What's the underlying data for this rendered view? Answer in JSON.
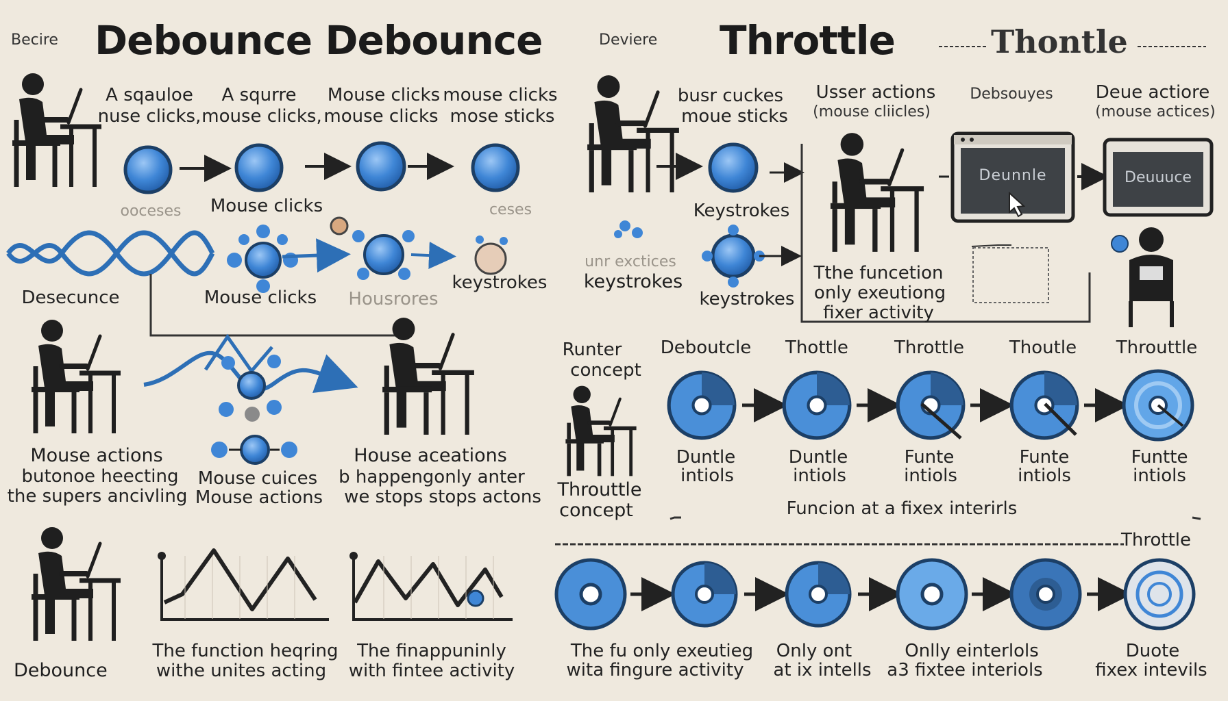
{
  "left": {
    "tag": "Becire",
    "title": "Debounce Debounce",
    "captions": {
      "row1": [
        {
          "line1": "A sqauloe",
          "line2": "nuse clicks,"
        },
        {
          "line1": "A squrre",
          "line2": "mouse clicks,"
        },
        {
          "line1": "Mouse clicks",
          "line2": "mouse clicks"
        },
        {
          "line1": "mouse clicks",
          "line2": "mose sticks"
        }
      ],
      "row1_under": [
        "ooceses",
        "Mouse clicks",
        "ceses"
      ],
      "row2": [
        "Desecunce",
        "Mouse clicks",
        "Housrores",
        "keystrokes"
      ],
      "row3": [
        {
          "line1": "Mouse actions",
          "line2": "butonoe heecting",
          "line3": "the supers ancivling"
        },
        {
          "line1": "Mouse cuices",
          "line2": "Mouse actions"
        },
        {
          "line1": "House aceations",
          "line2": "b happengonly anter",
          "line3": "we stops stops actons"
        }
      ],
      "row4": [
        "Debounce",
        {
          "line1": "The function heqring",
          "line2": "withe unites acting"
        },
        {
          "line1": "The finappuninly",
          "line2": "with fintee activity"
        }
      ]
    }
  },
  "right": {
    "tag": "Deviere",
    "title": "Throttle",
    "title2": "Thontle",
    "captions": {
      "top": [
        {
          "line1": "busr cuckes",
          "line2": "moue sticks"
        },
        {
          "line1": "Usser actions",
          "line2": "(mouse cliicles)"
        },
        "Debsouyes",
        {
          "line1": "Deue actiore",
          "line2": "(mouse actices)"
        }
      ],
      "screen1": "Deunnle",
      "screen2": "Deuuuce",
      "keystrokes1": "Keystrokes",
      "noise1": "unr exctices",
      "keystrokes2": "keystrokes",
      "keystrokes3": "keystrokes",
      "note": {
        "line1": "Tthe funcetion",
        "line2": "only exeutiong",
        "line3": "fixer activity"
      },
      "concepts": {
        "a1": "Runter",
        "a2": "concept",
        "b1": "Throuttle",
        "b2": "concept"
      },
      "dial_titles": [
        "Deboutcle",
        "Thottle",
        "Throttle",
        "Thoutle",
        "Throuttle"
      ],
      "dial_labels": [
        {
          "line1": "Duntle",
          "line2": "intiols"
        },
        {
          "line1": "Duntle",
          "line2": "intiols"
        },
        {
          "line1": "Funte",
          "line2": "intiols"
        },
        {
          "line1": "Funte",
          "line2": "intiols"
        },
        {
          "line1": "Funtte",
          "line2": "intiols"
        }
      ],
      "fixed_interval": "Funcion at a fixex interirls",
      "throttle_label": "Throttle",
      "bottom": [
        {
          "line1": "The fu only exeutieg",
          "line2": "wita fingure activity"
        },
        {
          "line1": "Only ont",
          "line2": "at ix intells"
        },
        {
          "line1": "Onlly  einterlols",
          "line2": "a3 fixtee interiols"
        },
        {
          "line1": "Duote",
          "line2": "fixex intevils"
        }
      ]
    }
  },
  "colors": {
    "background": "#efe9de",
    "accent_blue": "#4a8fd8",
    "dark_blue": "#2d5d93",
    "figure": "#1f1f1f"
  }
}
